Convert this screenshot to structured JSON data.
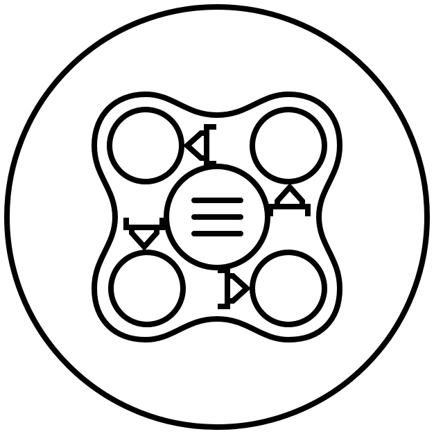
{
  "icon": {
    "name": "cycle-process-diagram-icon",
    "style": "outline",
    "stroke_color": "#000000",
    "background_color": "#ffffff",
    "nodes": [
      "top-left",
      "top-right",
      "bottom-left",
      "bottom-right"
    ],
    "center_symbol": "menu-lines-icon",
    "arrows": [
      "left",
      "up",
      "down",
      "right"
    ]
  }
}
